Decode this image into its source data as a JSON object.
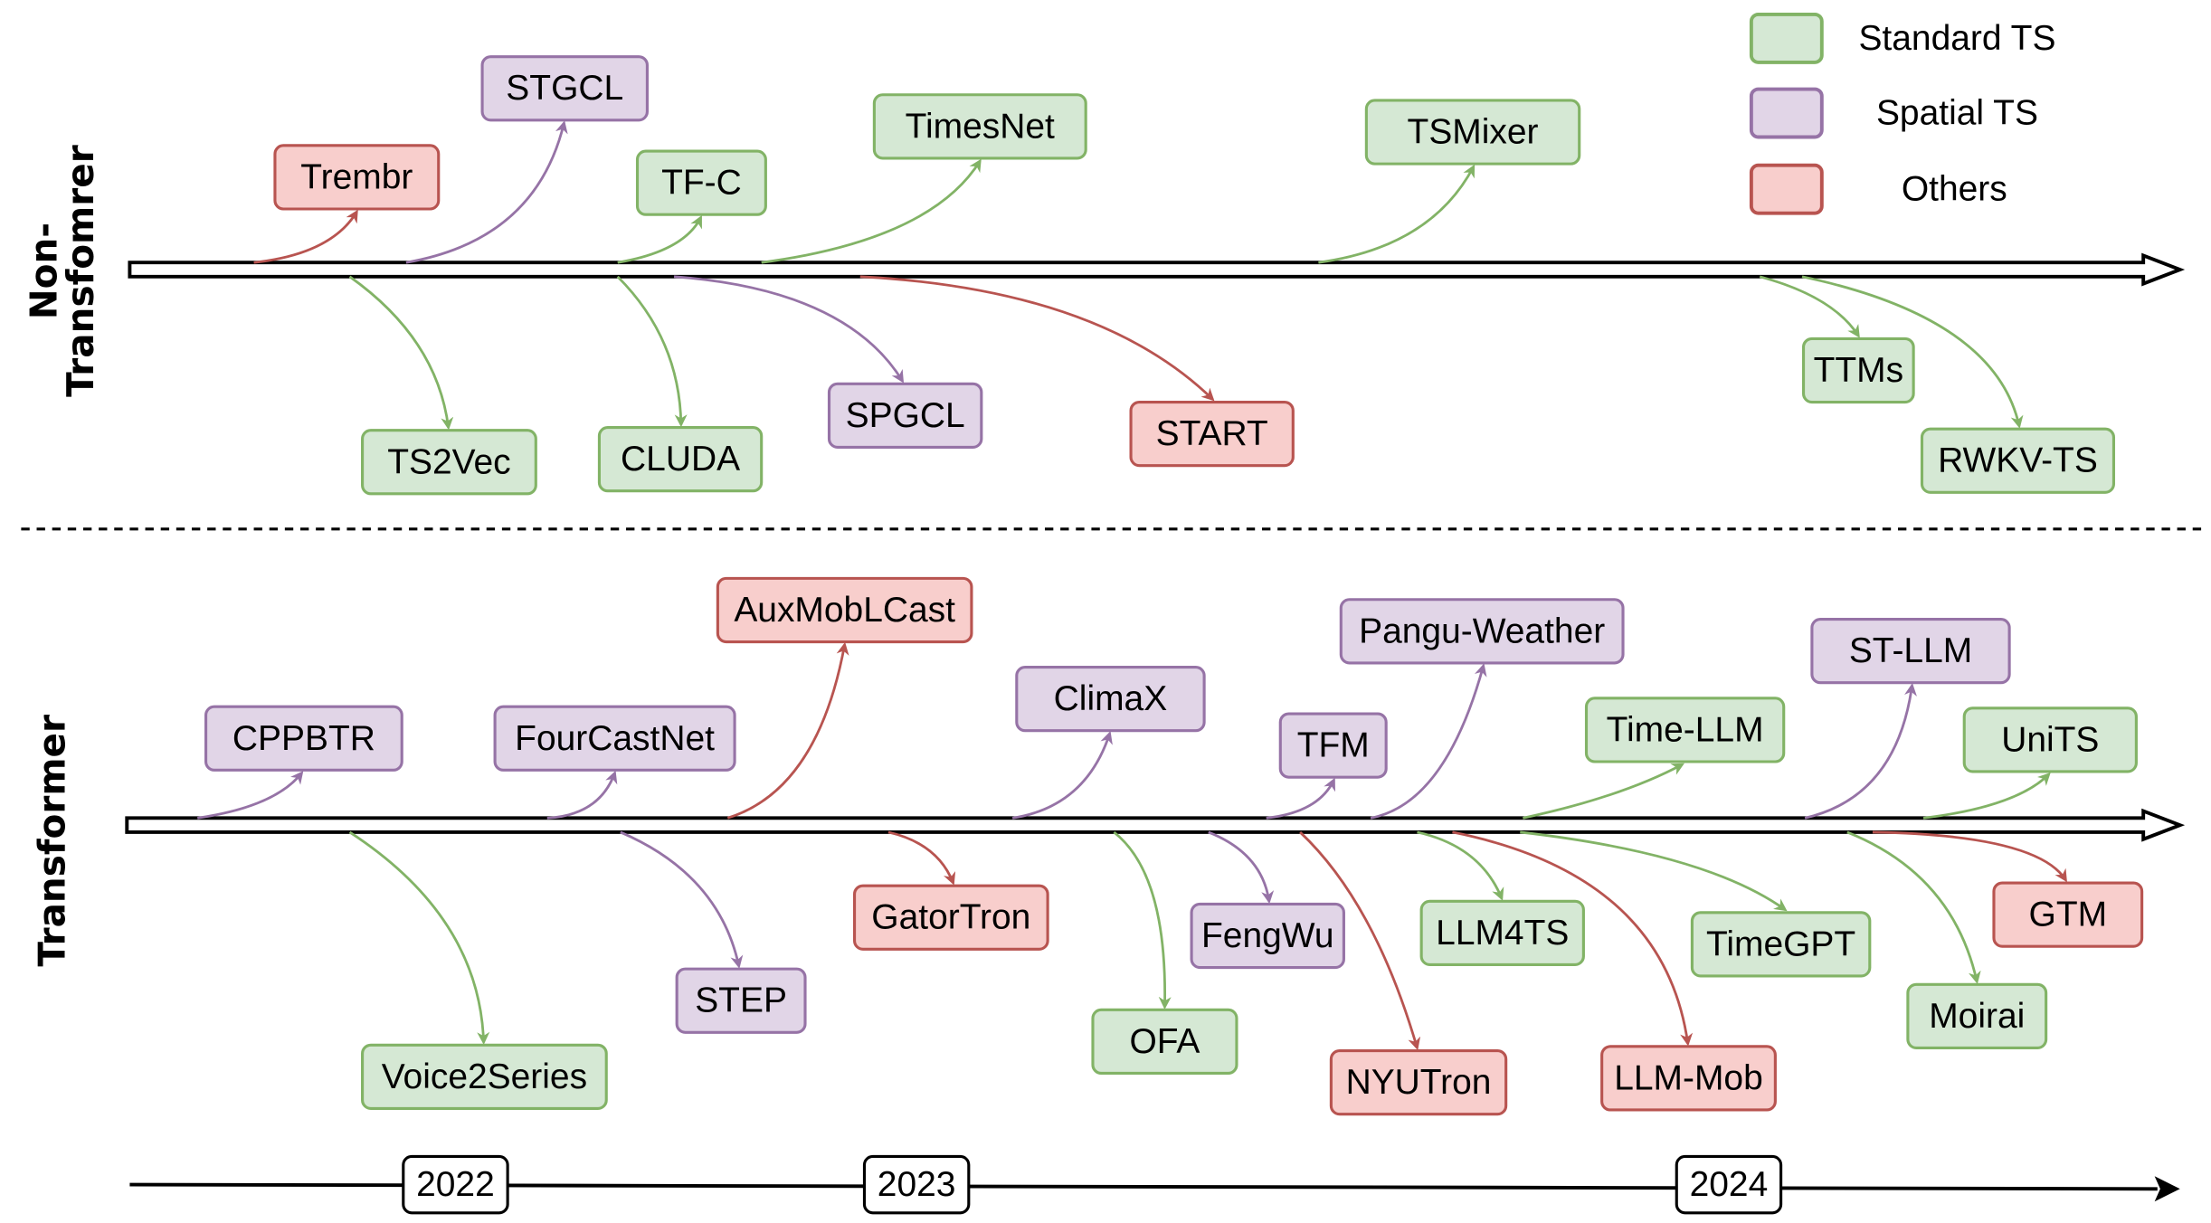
{
  "categories": {
    "standard": {
      "label": "Standard TS",
      "fill": "#d5e8d4",
      "stroke": "#82b366"
    },
    "spatial": {
      "label": "Spatial TS",
      "fill": "#e1d5e7",
      "stroke": "#9673a6"
    },
    "others": {
      "label": "Others",
      "fill": "#f8cecc",
      "stroke": "#b85450"
    }
  },
  "legend": [
    {
      "category": "standard",
      "label": "Standard TS"
    },
    {
      "category": "spatial",
      "label": "Spatial TS"
    },
    {
      "category": "others",
      "label": "Others"
    }
  ],
  "rows": {
    "non_transformer": {
      "label_line1": "Non-",
      "label_line2": "Transfomrer"
    },
    "transformer": {
      "label": "Transformer"
    }
  },
  "years": [
    "2022",
    "2023",
    "2024"
  ],
  "models": {
    "non_transformer": [
      {
        "name": "Trembr",
        "category": "others"
      },
      {
        "name": "STGCL",
        "category": "spatial"
      },
      {
        "name": "TF-C",
        "category": "standard"
      },
      {
        "name": "TimesNet",
        "category": "standard"
      },
      {
        "name": "TSMixer",
        "category": "standard"
      },
      {
        "name": "TS2Vec",
        "category": "standard"
      },
      {
        "name": "CLUDA",
        "category": "standard"
      },
      {
        "name": "SPGCL",
        "category": "spatial"
      },
      {
        "name": "START",
        "category": "others"
      },
      {
        "name": "TTMs",
        "category": "standard"
      },
      {
        "name": "RWKV-TS",
        "category": "standard"
      }
    ],
    "transformer": [
      {
        "name": "CPPBTR",
        "category": "spatial"
      },
      {
        "name": "FourCastNet",
        "category": "spatial"
      },
      {
        "name": "AuxMobLCast",
        "category": "others"
      },
      {
        "name": "ClimaX",
        "category": "spatial"
      },
      {
        "name": "TFM",
        "category": "spatial"
      },
      {
        "name": "Pangu-Weather",
        "category": "spatial"
      },
      {
        "name": "Time-LLM",
        "category": "standard"
      },
      {
        "name": "ST-LLM",
        "category": "spatial"
      },
      {
        "name": "UniTS",
        "category": "standard"
      },
      {
        "name": "Voice2Series",
        "category": "standard"
      },
      {
        "name": "STEP",
        "category": "spatial"
      },
      {
        "name": "GatorTron",
        "category": "others"
      },
      {
        "name": "OFA",
        "category": "standard"
      },
      {
        "name": "FengWu",
        "category": "spatial"
      },
      {
        "name": "NYUTron",
        "category": "others"
      },
      {
        "name": "LLM4TS",
        "category": "standard"
      },
      {
        "name": "LLM-Mob",
        "category": "others"
      },
      {
        "name": "TimeGPT",
        "category": "standard"
      },
      {
        "name": "Moirai",
        "category": "standard"
      },
      {
        "name": "GTM",
        "category": "others"
      }
    ]
  }
}
